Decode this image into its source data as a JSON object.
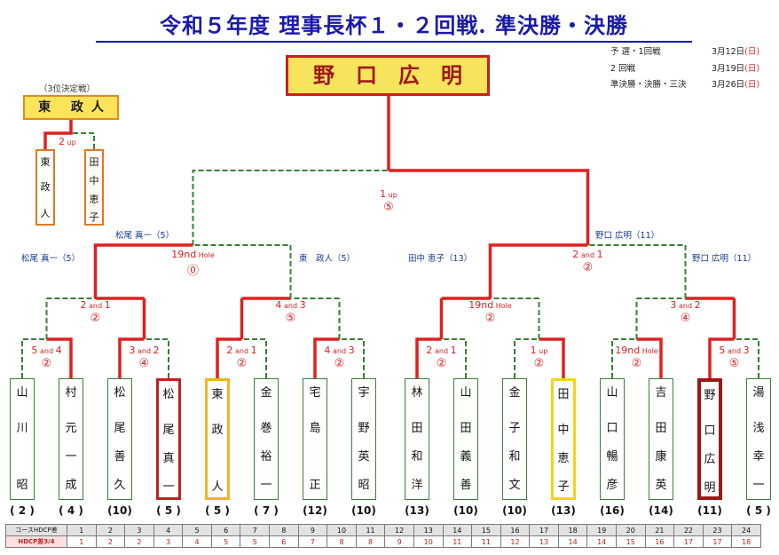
{
  "title": "令和５年度 理事長杯１・２回戦. 準決勝・決勝",
  "schedule": [
    {
      "label": "予 選・1回戦",
      "date": "3月12日",
      "day": "(日)"
    },
    {
      "label": "2 回戦",
      "date": "3月19日",
      "day": "(日)"
    },
    {
      "label": "準決勝・決勝・三決",
      "date": "3月26日",
      "day": "(日)"
    }
  ],
  "champion": "野口広明",
  "third_place": {
    "title": "（3位決定戦）",
    "winner": "東 政人",
    "score": "2",
    "score_unit": "up",
    "players": [
      "東政人",
      "田中恵子"
    ]
  },
  "players": [
    {
      "name": "山川昭",
      "hcp": "( 2 )"
    },
    {
      "name": "村元一成",
      "hcp": "( 4 )"
    },
    {
      "name": "松尾善久",
      "hcp": "(10)"
    },
    {
      "name": "松尾真一",
      "hcp": "( 5 )"
    },
    {
      "name": "東政人",
      "hcp": "( 5 )"
    },
    {
      "name": "金巻裕一",
      "hcp": "( 7 )"
    },
    {
      "name": "宅島正",
      "hcp": "(12)"
    },
    {
      "name": "宇野英昭",
      "hcp": "(10)"
    },
    {
      "name": "林田和洋",
      "hcp": "(13)"
    },
    {
      "name": "山田義善",
      "hcp": "(10)"
    },
    {
      "name": "金子和文",
      "hcp": "(10)"
    },
    {
      "name": "田中恵子",
      "hcp": "(13)"
    },
    {
      "name": "山口暢彦",
      "hcp": "(16)"
    },
    {
      "name": "吉田康英",
      "hcp": "(14)"
    },
    {
      "name": "野口広明",
      "hcp": "(11)"
    },
    {
      "name": "湯浅幸一",
      "hcp": "( 5 )"
    }
  ],
  "round1_results": [
    {
      "score": "5",
      "mid": "and",
      "score2": "4",
      "circle": "②"
    },
    {
      "score": "3",
      "mid": "and",
      "score2": "2",
      "circle": "④"
    },
    {
      "score": "2",
      "mid": "and",
      "score2": "1",
      "circle": "②"
    },
    {
      "score": "4",
      "mid": "and",
      "score2": "3",
      "circle": "②"
    },
    {
      "score": "2",
      "mid": "and",
      "score2": "1",
      "circle": "②"
    },
    {
      "score": "1",
      "mid": "up",
      "score2": "",
      "circle": "②"
    },
    {
      "score": "19nd",
      "mid": "Hole",
      "score2": "",
      "circle": "②"
    },
    {
      "score": "5",
      "mid": "and",
      "score2": "3",
      "circle": "⑤"
    }
  ],
  "round2_results": [
    {
      "score": "2",
      "mid": "and",
      "score2": "1",
      "circle": "②"
    },
    {
      "score": "4",
      "mid": "and",
      "score2": "3",
      "circle": "⑤"
    },
    {
      "score": "19nd",
      "mid": "Hole",
      "score2": "",
      "circle": "②"
    },
    {
      "score": "3",
      "mid": "and",
      "score2": "2",
      "circle": "④"
    }
  ],
  "semifinal_results": [
    {
      "score": "19nd",
      "mid": "Hole",
      "score2": "",
      "circle": "⓪"
    },
    {
      "score": "2",
      "mid": "and",
      "score2": "1",
      "circle": "②"
    }
  ],
  "final_result": {
    "score": "1",
    "mid": "up",
    "circle": "⑤"
  },
  "bracket_labels": {
    "r2_left_a": "松尾 真一（5）",
    "r2_left_b": "東　政人（5）",
    "r2_right_a": "田中 恵子（13）",
    "r2_right_b": "野口 広明（11）",
    "semi_left": "松尾 真一（5）",
    "semi_right": "野口 広明（11）"
  },
  "hcp_table": {
    "row1_label": "コースHDCP差",
    "row1": [
      "1",
      "2",
      "3",
      "4",
      "5",
      "6",
      "7",
      "8",
      "9",
      "10",
      "11",
      "12",
      "13",
      "14",
      "15",
      "16",
      "17",
      "18",
      "19",
      "20",
      "21",
      "22",
      "23",
      "24"
    ],
    "row2_label": "HDCP差3/4",
    "row2": [
      "1",
      "2",
      "2",
      "3",
      "4",
      "5",
      "5",
      "6",
      "7",
      "8",
      "8",
      "9",
      "10",
      "11",
      "11",
      "12",
      "13",
      "14",
      "14",
      "15",
      "16",
      "17",
      "17",
      "18"
    ]
  },
  "colors": {
    "win_line": "#e02020",
    "lose_line": "#3a7d3a",
    "title": "#1a1aaa",
    "champion_bg": "#f8e45c"
  }
}
